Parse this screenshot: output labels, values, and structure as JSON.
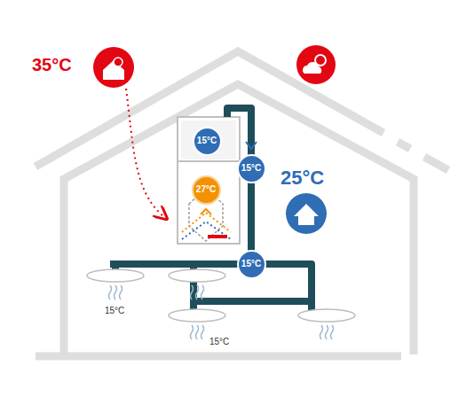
{
  "diagram": {
    "nodes": [
      {
        "text": [
          "15°C"
        ]
      },
      {
        "text": [
          "27°C"
        ]
      },
      {
        "text": [
          "15°C"
        ]
      },
      {
        "text": [
          "15°C"
        ]
      }
    ],
    "edges": [
      {
        "from": 2,
        "to": 3,
        "arrow": "none"
      }
    ],
    "labels": [
      "35°C",
      "25°C",
      "15°C",
      "15°C"
    ]
  }
}
